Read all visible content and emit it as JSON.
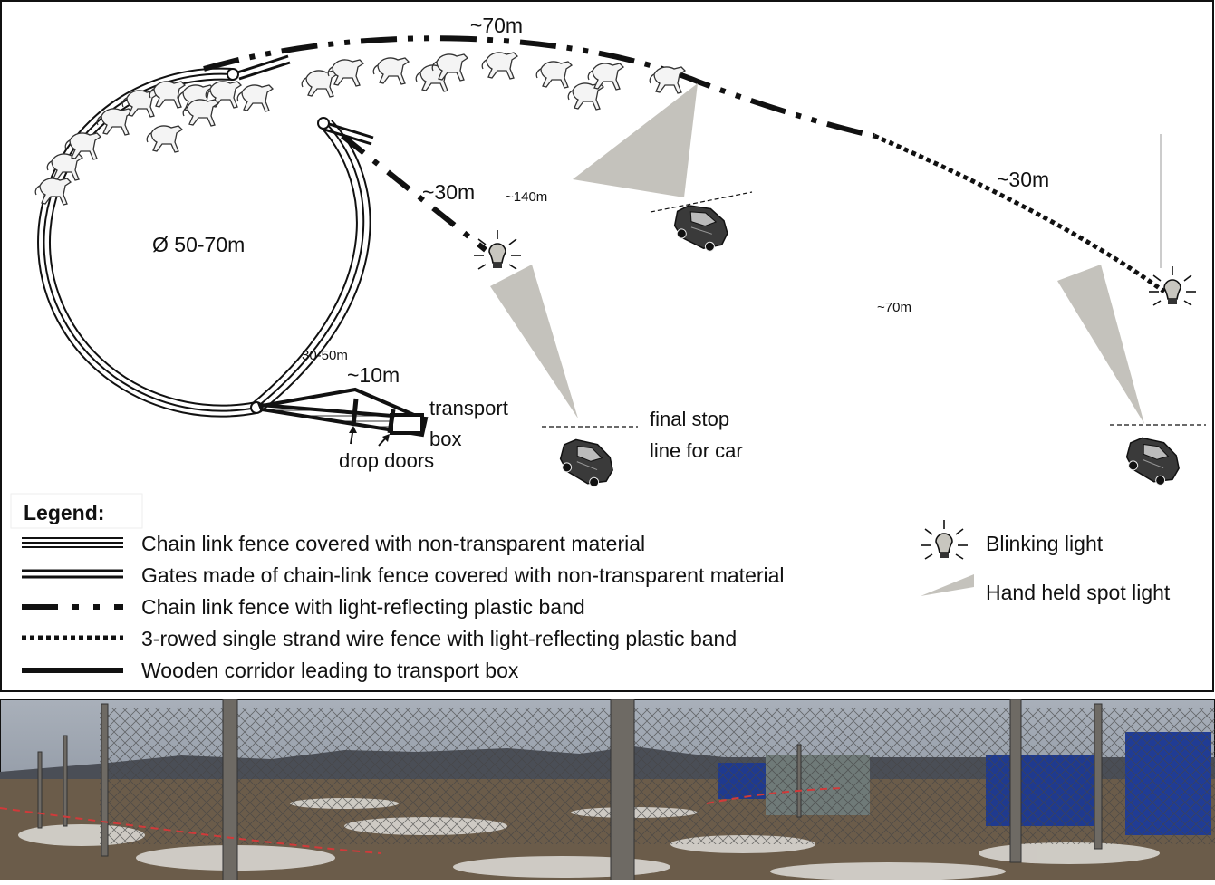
{
  "labels": {
    "top_distance": "~70m",
    "left_corridor_distance": "~30m",
    "right_distance": "~30m",
    "spot_distance": "~140m",
    "middle_distance": "~70m",
    "diameter": "Ø 50-70m",
    "corridor_range": "30-50m",
    "corridor_length": "~10m",
    "transport_box_line1": "transport",
    "transport_box_line2": "box",
    "drop_doors": "drop doors",
    "final_stop_line1": "final stop",
    "final_stop_line2": "line for car"
  },
  "legend": {
    "title": "Legend:",
    "items": [
      {
        "label": "Chain link fence covered with non-transparent material",
        "symbol": "triple-line"
      },
      {
        "label": "Gates made of chain-link fence covered with non-transparent material",
        "symbol": "double-line"
      },
      {
        "label": "Chain link fence with light-reflecting plastic band",
        "symbol": "dash-dot"
      },
      {
        "label": "3-rowed single strand wire fence with light-reflecting plastic band",
        "symbol": "dotted"
      },
      {
        "label": "Wooden corridor leading to transport box",
        "symbol": "solid"
      }
    ],
    "symbols": [
      {
        "label": "Blinking light",
        "icon": "light-bulb-icon"
      },
      {
        "label": "Hand held spot light",
        "icon": "spotlight-triangle-icon"
      }
    ]
  },
  "colors": {
    "spotlight": "#c4c2bc",
    "car": "#3a3a3a",
    "sky": "#8f97a3",
    "ground": "#6b5c4a",
    "snow": "#d9d7d2",
    "tarp_blue": "#1f3a8f"
  }
}
